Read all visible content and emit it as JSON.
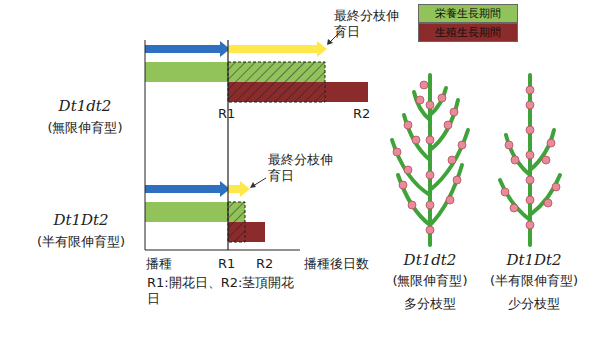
{
  "diagram": {
    "labels": [
      "最終分枝伸育日",
      "Dt1dt2",
      "(無限伸育型)",
      "R1",
      "R2",
      "最終分枝伸育日",
      "Dt1Dt2",
      "(半有限伸育型)",
      "播種",
      "R1",
      "R2",
      "播種後日数",
      "R1:開花日、R2:茎頂開花日",
      "Dt1dt2",
      "(無限伸育型)",
      "多分枝型",
      "Dt1Dt2",
      "(半有限伸育型)",
      "少分枝型"
    ],
    "legend": [
      {
        "text": "栄養生長期間",
        "color": "#92c35a"
      },
      {
        "text": "生殖生長期間",
        "color": "#8b2b2b"
      }
    ]
  }
}
